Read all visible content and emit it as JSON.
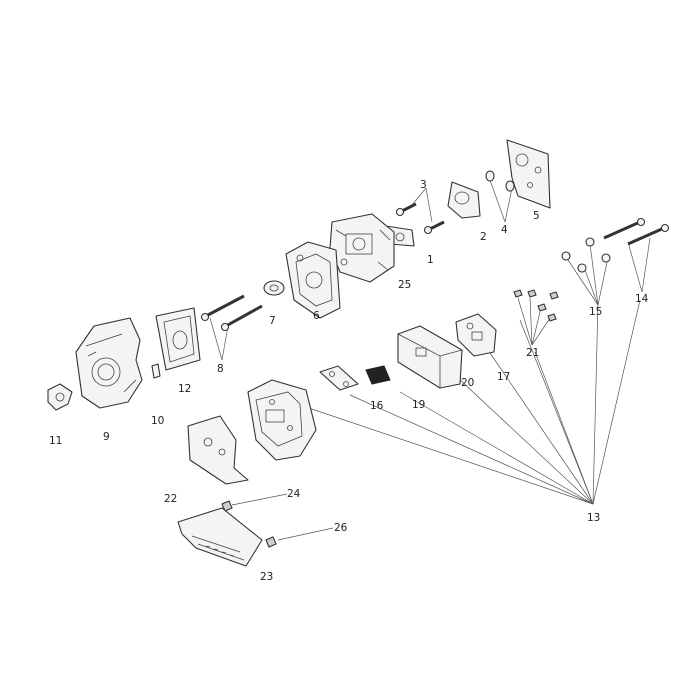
{
  "callouts": {
    "c1": "1",
    "c2": "2",
    "c3": "3",
    "c4": "4",
    "c5": "5",
    "c6": "6",
    "c7": "7",
    "c8": "8",
    "c9": "9",
    "c10": "10",
    "c11": "11",
    "c12": "12",
    "c13": "13",
    "c14": "14",
    "c15": "15",
    "c16": "16",
    "c17": "17",
    "c19": "19",
    "c20": "20",
    "c21": "21",
    "c22": "22",
    "c23": "23",
    "c24": "24",
    "c25": "25",
    "c26": "26"
  }
}
